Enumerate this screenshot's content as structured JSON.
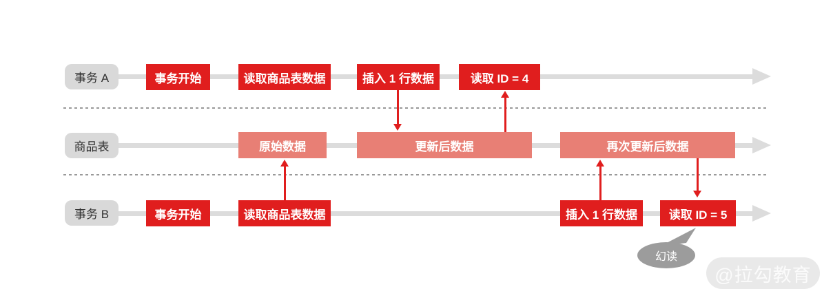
{
  "lanes": [
    {
      "label": "事务 A",
      "boxes": [
        {
          "label": "事务开始"
        },
        {
          "label": "读取商品表数据"
        },
        {
          "label": "插入 1 行数据"
        },
        {
          "label": "读取 ID = 4"
        }
      ]
    },
    {
      "label": "商品表",
      "boxes": [
        {
          "label": "原始数据"
        },
        {
          "label": "更新后数据"
        },
        {
          "label": "再次更新后数据"
        }
      ]
    },
    {
      "label": "事务 B",
      "boxes": [
        {
          "label": "事务开始"
        },
        {
          "label": "读取商品表数据"
        },
        {
          "label": "插入 1 行数据"
        },
        {
          "label": "读取 ID = 5"
        }
      ]
    }
  ],
  "callout": {
    "label": "幻读"
  },
  "watermark": {
    "label": "@拉勾教育"
  },
  "colors": {
    "action_red": "#e01e1e",
    "state_salmon": "#e87f75",
    "timeline_gray": "#dcdcdc",
    "label_pill_gray": "#d9d9d9",
    "callout_gray": "#9c9c9c"
  }
}
